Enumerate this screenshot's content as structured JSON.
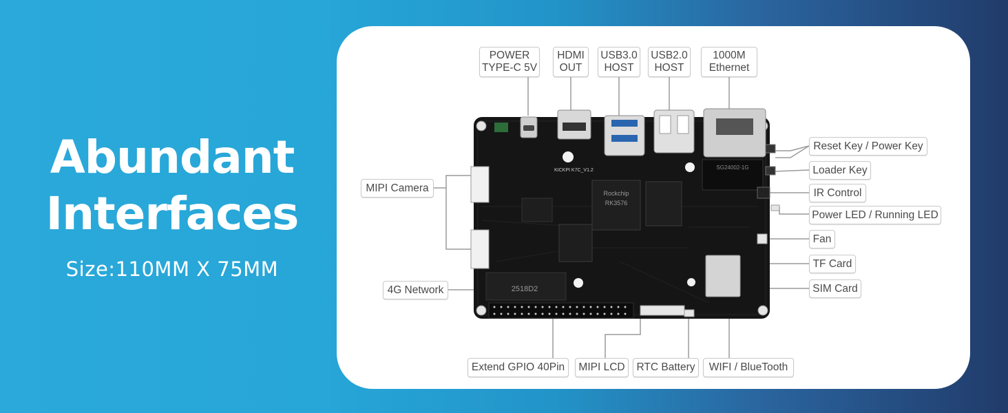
{
  "headline": {
    "line1": "Abundant",
    "line2": "Interfaces",
    "size_text": "Size:110MM X 75MM"
  },
  "board": {
    "silkscreen": {
      "brand": "KICKPI K7C_V1.2",
      "soc_brand": "Rockchip",
      "soc_model": "RK3576",
      "storage_text": "2518D2",
      "ethernet_chip": "SG24002-1G"
    }
  },
  "labels": {
    "power": [
      "POWER",
      "TYPE-C 5V"
    ],
    "hdmi": [
      "HDMI",
      "OUT"
    ],
    "usb3": [
      "USB3.0",
      "HOST"
    ],
    "usb2": [
      "USB2.0",
      "HOST"
    ],
    "ethernet": [
      "1000M",
      "Ethernet"
    ],
    "reset_key": "Reset Key / Power Key",
    "loader_key": "Loader Key",
    "ir_control": "IR Control",
    "power_led": "Power LED / Running LED",
    "fan": "Fan",
    "tf_card": "TF Card",
    "sim_card": "SIM Card",
    "mipi_camera": "MIPI Camera",
    "network_4g": "4G Network",
    "gpio": "Extend GPIO 40Pin",
    "mipi_lcd": "MIPI LCD",
    "rtc_battery": "RTC Battery",
    "wifi_bt": "WIFI / BlueTooth"
  },
  "colors": {
    "background_left": "#2aa9da",
    "background_right": "#213b6a",
    "board": "#141414",
    "label_border": "#c9c9c9",
    "label_text": "#4a4a4a",
    "leader_line": "#9a9a9a"
  }
}
